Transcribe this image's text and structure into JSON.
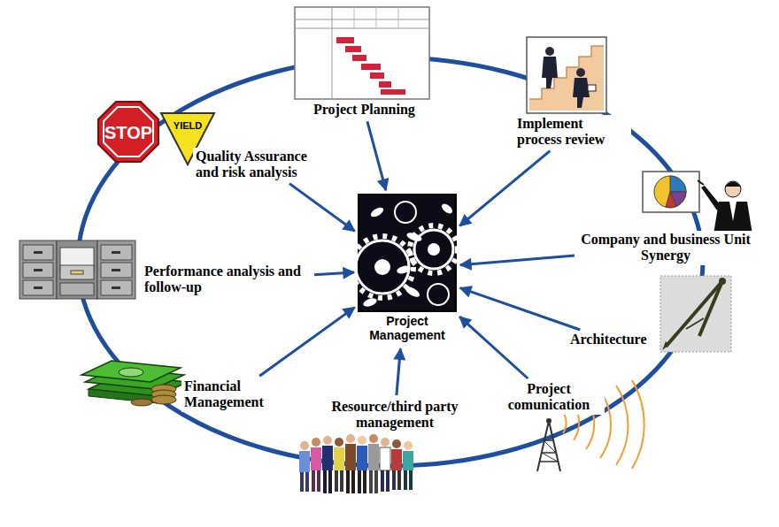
{
  "diagram": {
    "nodes": [
      {
        "text": [
          "Project Planning"
        ]
      },
      {
        "text": [
          "Implement process review"
        ]
      },
      {
        "text": [
          "Quality Assurance and risk analysis"
        ]
      },
      {
        "text": [
          "Company and business Unit Synergy"
        ]
      },
      {
        "text": [
          "Performance analysis and follow-up"
        ]
      },
      {
        "text": [
          "Project Management"
        ]
      },
      {
        "text": [
          "Architecture"
        ]
      },
      {
        "text": [
          "Financial Management"
        ]
      },
      {
        "text": [
          "Project comunication"
        ]
      },
      {
        "text": [
          "Resource/third party management"
        ]
      }
    ],
    "edges": [
      {
        "from": 0,
        "to": 5,
        "arrow": "to"
      },
      {
        "from": 1,
        "to": 5,
        "arrow": "to"
      },
      {
        "from": 2,
        "to": 5,
        "arrow": "to"
      },
      {
        "from": 3,
        "to": 5,
        "arrow": "to"
      },
      {
        "from": 4,
        "to": 5,
        "arrow": "to"
      },
      {
        "from": 6,
        "to": 5,
        "arrow": "to"
      },
      {
        "from": 7,
        "to": 5,
        "arrow": "to"
      },
      {
        "from": 8,
        "to": 5,
        "arrow": "to"
      },
      {
        "from": 9,
        "to": 5,
        "arrow": "to"
      }
    ],
    "labels": [
      "STOP",
      "YIELD"
    ]
  }
}
